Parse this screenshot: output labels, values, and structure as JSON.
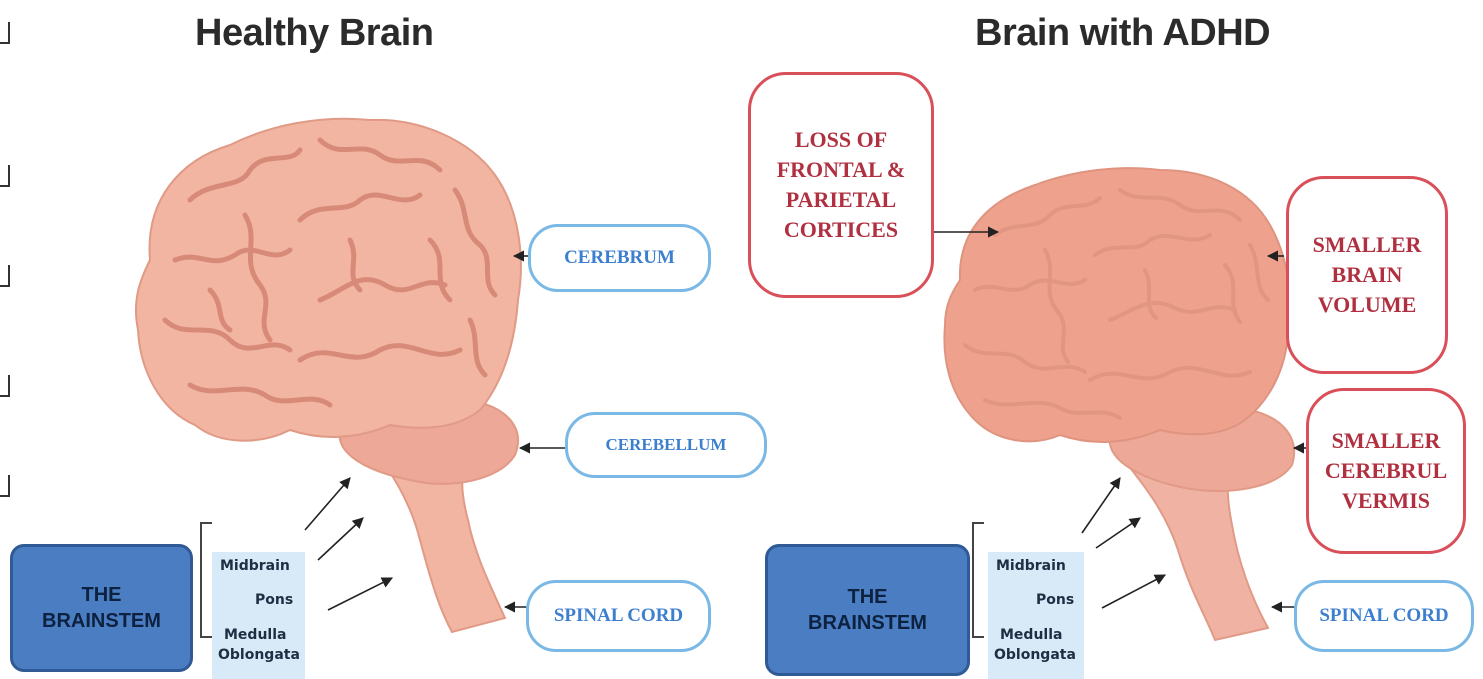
{
  "left_panel": {
    "title": "Healthy Brain",
    "labels": {
      "cerebrum": "CEREBRUM",
      "cerebellum": "CEREBELLUM",
      "spinal_cord": "SPINAL CORD"
    },
    "brainstem": {
      "box_line1": "THE",
      "box_line2": "BRAINSTEM",
      "parts": [
        "Midbrain",
        "Pons",
        "Medulla",
        "Oblongata"
      ]
    }
  },
  "right_panel": {
    "title": "Brain with ADHD",
    "labels": {
      "frontal_parietal": "LOSS OF\nFRONTAL &\nPARIETAL\nCORTICES",
      "brain_volume": "SMALLER\nBRAIN\nVOLUME",
      "cerebellar_vermis": "SMALLER\nCEREBRUL\nVERMIS",
      "spinal_cord": "SPINAL CORD"
    },
    "brainstem": {
      "box_line1": "THE",
      "box_line2": "BRAINSTEM",
      "parts": [
        "Midbrain",
        "Pons",
        "Medulla",
        "Oblongata"
      ]
    }
  },
  "colors": {
    "brain_healthy": "#f2b5a2",
    "brain_adhd": "#eea28e",
    "fold_line": "#d88a78",
    "blue_border": "#7ab8e6",
    "blue_text": "#3d7fcf",
    "red_border": "#d9505a",
    "red_text": "#b03040",
    "brainstem_box": "#4a7dc2",
    "parts_box": "#d8e9f8"
  }
}
